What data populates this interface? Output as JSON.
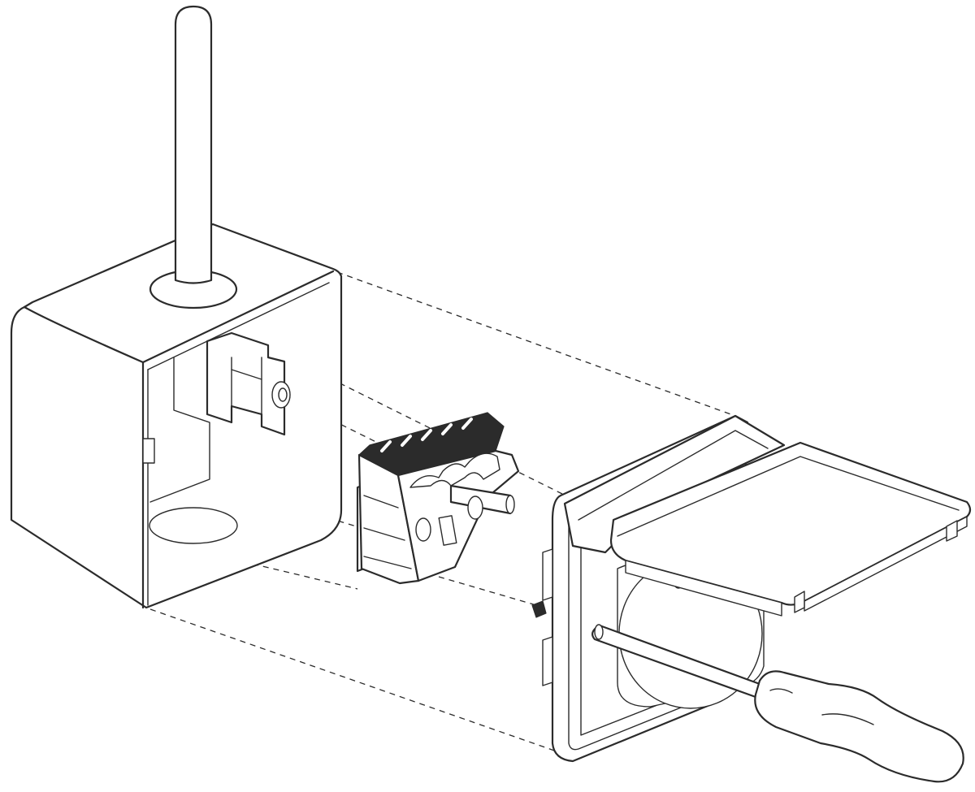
{
  "diagram": {
    "type": "exploded-assembly-illustration",
    "components": [
      {
        "id": "conduit",
        "icon": "conduit-pipe-icon"
      },
      {
        "id": "junction-box",
        "icon": "surface-junction-box-icon"
      },
      {
        "id": "socket-insert",
        "icon": "socket-mechanism-icon"
      },
      {
        "id": "weatherproof-cover",
        "icon": "hinged-lid-socket-cover-icon"
      },
      {
        "id": "screwdriver",
        "icon": "screwdriver-icon"
      }
    ],
    "line_color": "#2b2b2b",
    "background": "#ffffff"
  }
}
